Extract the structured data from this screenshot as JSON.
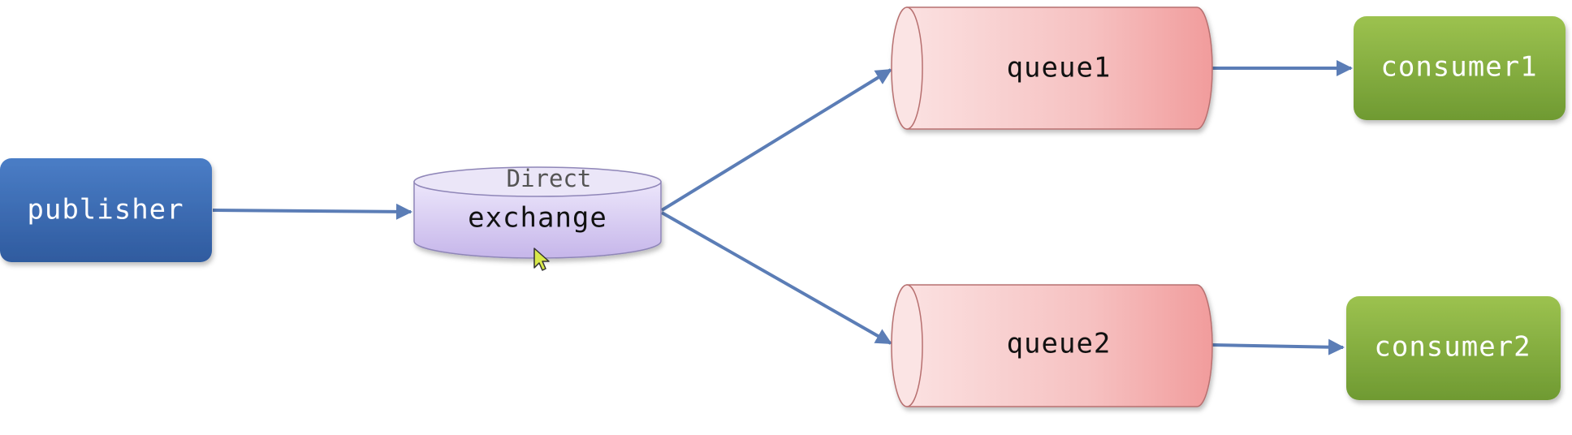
{
  "diagram": {
    "nodes": {
      "publisher": {
        "label": "publisher"
      },
      "exchange": {
        "label": "exchange",
        "type_label": "Direct"
      },
      "queue1": {
        "label": "queue1"
      },
      "queue2": {
        "label": "queue2"
      },
      "consumer1": {
        "label": "consumer1"
      },
      "consumer2": {
        "label": "consumer2"
      }
    },
    "edges": [
      {
        "from": "publisher",
        "to": "exchange"
      },
      {
        "from": "exchange",
        "to": "queue1"
      },
      {
        "from": "exchange",
        "to": "queue2"
      },
      {
        "from": "queue1",
        "to": "consumer1"
      },
      {
        "from": "queue2",
        "to": "consumer2"
      }
    ],
    "colors": {
      "publisher": "#3f6fb6",
      "exchange": "#d2c8ef",
      "queue": "#f2a4a4",
      "consumer": "#8fb347",
      "edge": "#5b7db6"
    }
  }
}
